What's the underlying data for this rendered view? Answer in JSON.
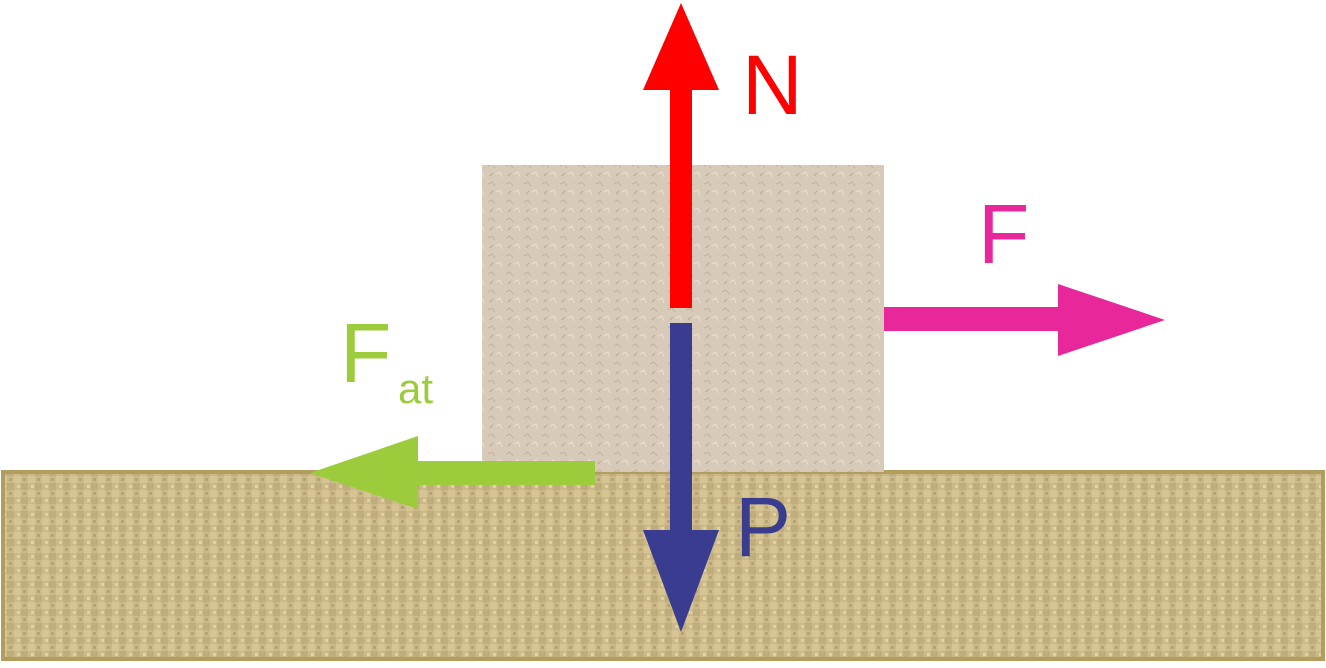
{
  "diagram": {
    "colors": {
      "background": "#ffffff",
      "ground_fill": "#cbb989",
      "ground_border": "#b39d5e",
      "block_fill": "#d8cab8",
      "normal_force": "#ff0000",
      "applied_force": "#e8279a",
      "friction_force": "#9ccb3b",
      "weight_force": "#3a3d8f"
    },
    "forces": {
      "normal": {
        "label": "N",
        "direction": "up"
      },
      "applied": {
        "label": "F",
        "direction": "right"
      },
      "friction": {
        "label": "F",
        "subscript": "at",
        "direction": "left"
      },
      "weight": {
        "label": "P",
        "direction": "down"
      }
    }
  }
}
